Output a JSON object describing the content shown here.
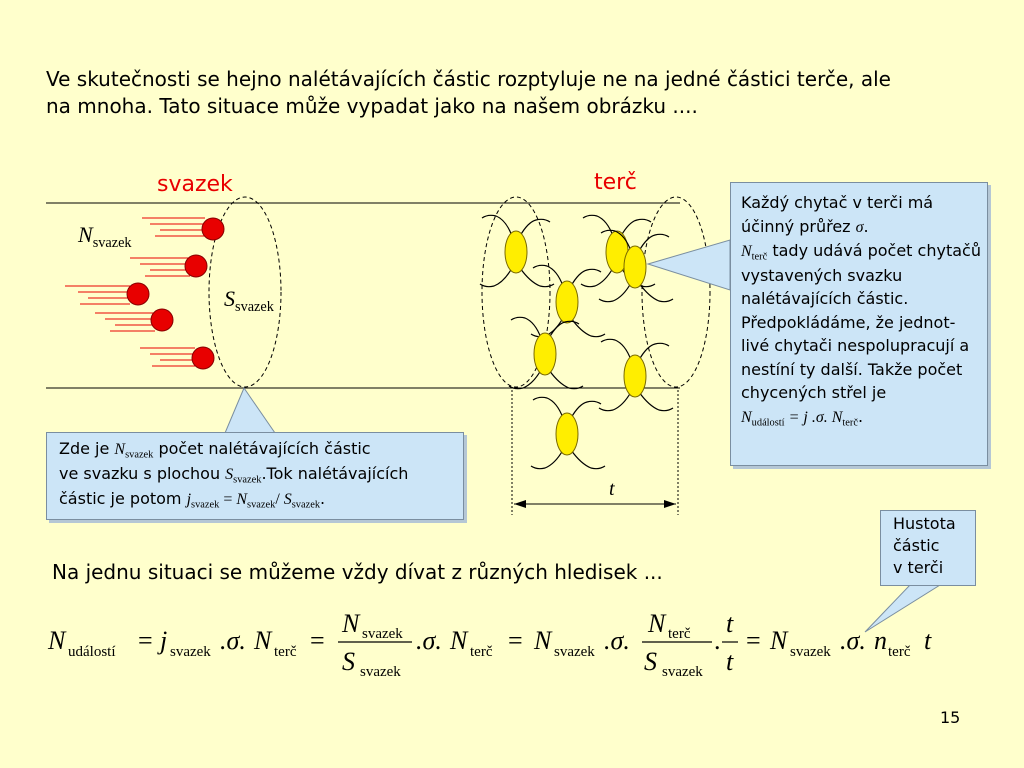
{
  "intro_text": "Ve skutečnosti se hejno nalétávajících částic rozptyluje ne na jedné částici terče, ale na mnoha. Tato situace může vypadat jako na našem obrázku ....",
  "label_svazek": "svazek",
  "label_terc": "terč",
  "label_N": "N",
  "label_S": "S",
  "sub_svazek": "svazek",
  "label_t": "t",
  "left_box": {
    "l1_a": "Zde je ",
    "l1_b": " počet nalétávajících částic",
    "l2_a": "ve svazku s plochou ",
    "l2_b": ".Tok nalétávajících",
    "l3_a": "částic je potom ",
    "j": "j",
    "eq": " = ",
    "slash": "/ ",
    "dot": "."
  },
  "right_box": {
    "p1": "Každý chytač v terči má účinný průřez ",
    "sigma": "σ",
    "dot": ".",
    "N": "N",
    "sub_terc": "terč",
    "p2": " tady udává počet chytačů vystavených svazku nalétávajících částic.",
    "p3": "Předpokládáme, že jednot-livé chytači nespolupracují a nestíní ty další. Takže počet chycených střel je",
    "sub_udalosti": "událostí",
    "formula_mid": " = j .σ. ",
    "formula_end": "."
  },
  "hustota_text": [
    "Hustota",
    "částic",
    "v terči"
  ],
  "bottom_text": "Na jednu situaci se můžeme vždy dívat z různých hledisek ...",
  "equation": {
    "N": "N",
    "j": "j",
    "S": "S",
    "n": "n",
    "t": "t",
    "sub_udalosti": "událostí",
    "sub_svazek": "svazek",
    "sub_terc": "terč",
    "eq": "=",
    "dotsigmadot": ".σ.",
    "dotsigma": ".σ.",
    "dot": "."
  },
  "page_number": "15",
  "colors": {
    "background": "#ffffcc",
    "particle": "#e80000",
    "catcher": "#ffee00",
    "callout": "#cce5f7",
    "label_red": "#e80000"
  }
}
